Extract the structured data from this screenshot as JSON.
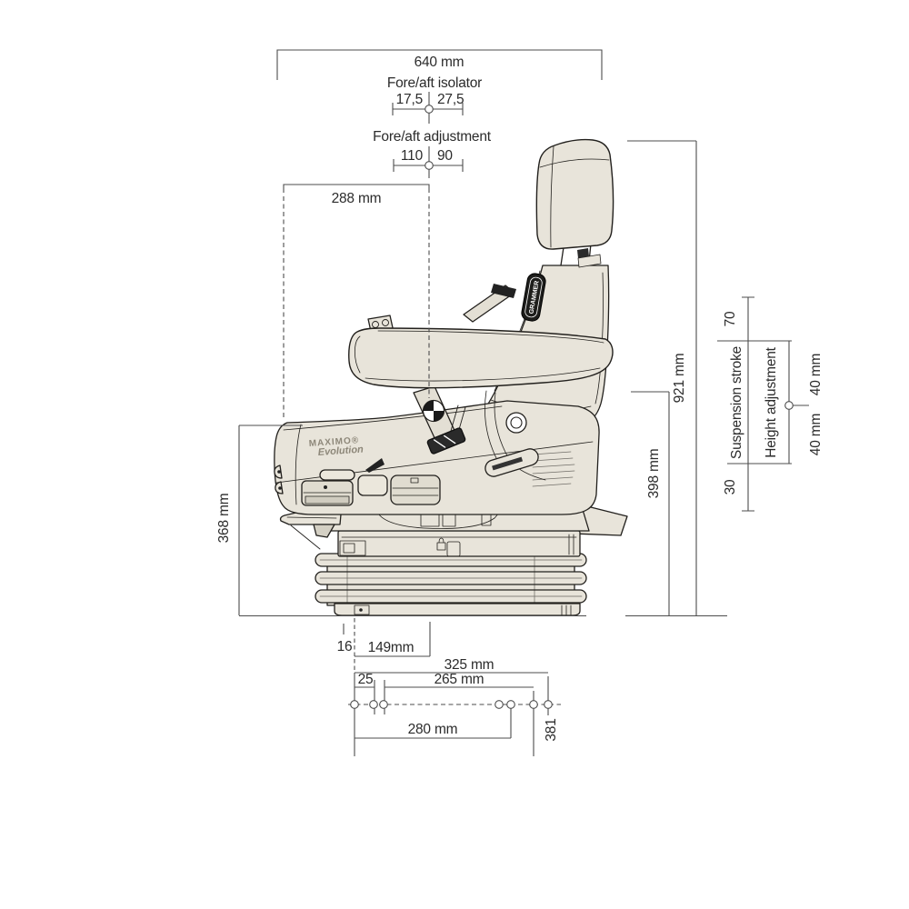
{
  "diagram": {
    "description": "Technical side-view dimension drawing of a suspension vehicle seat",
    "colors": {
      "background": "#ffffff",
      "seat_fill": "#e8e4da",
      "seat_fill_dark": "#ddd8cc",
      "outline": "#22201d",
      "dimension_line": "#4d4d4d",
      "text": "#2b2b2b"
    },
    "brand": {
      "model": "MAXIMO®",
      "series": "Evolution",
      "badge": "GRAMMER"
    },
    "dims": {
      "width640": "640 mm",
      "isolator_label": "Fore/aft isolator",
      "isolator_left": "17,5",
      "isolator_right": "27,5",
      "adjustment_label": "Fore/aft adjustment",
      "adjustment_left": "110",
      "adjustment_right": "90",
      "top288": "288 mm",
      "height921": "921 mm",
      "height398": "398 mm",
      "height368": "368 mm",
      "stroke_label": "Suspension stroke",
      "stroke_top": "70",
      "stroke_bottom": "30",
      "height_adj_label": "Height adjustment",
      "height_adj_up": "40 mm",
      "height_adj_down": "40 mm",
      "off16": "16",
      "rail149": "149mm",
      "mount325": "325 mm",
      "hole25": "25",
      "mount265": "265 mm",
      "mount280": "280 mm",
      "depth381": "381"
    }
  }
}
